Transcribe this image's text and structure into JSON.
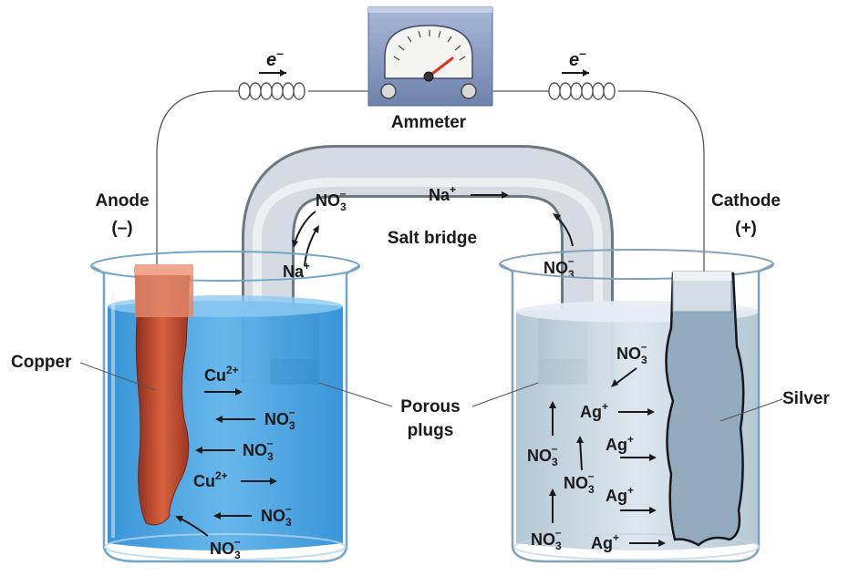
{
  "labels": {
    "ammeter": "Ammeter",
    "anode": "Anode",
    "anode_sign": "(–)",
    "cathode": "Cathode",
    "cathode_sign": "(+)",
    "salt_bridge": "Salt bridge",
    "porous_line1": "Porous",
    "porous_line2": "plugs",
    "copper": "Copper",
    "silver": "Silver"
  },
  "electron": {
    "symbol": "e",
    "charge": "–"
  },
  "ions": {
    "cu": "Cu",
    "cu_charge": "2+",
    "no3": "NO",
    "no3_sub": "3",
    "no3_charge": "–",
    "na": "Na",
    "na_charge": "+",
    "ag": "Ag",
    "ag_charge": "+"
  },
  "colors": {
    "solution_left": "#3e9ee0",
    "solution_right": "#b8cdd9",
    "copper": "#c0452a",
    "silver": "#8ea7b8",
    "bridge": "#c4cbd1",
    "meter_body": "#8fa1c4",
    "needle": "#e0301e"
  }
}
